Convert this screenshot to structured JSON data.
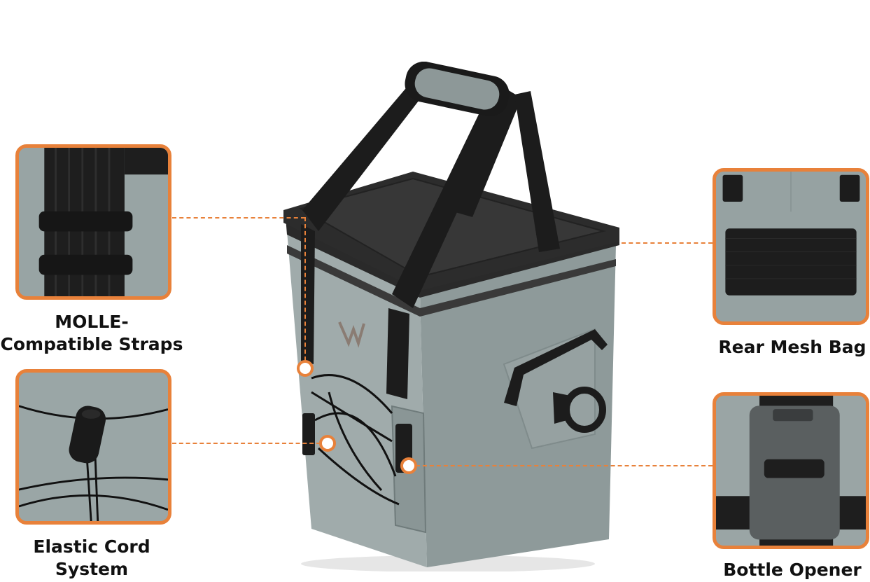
{
  "features": [
    {
      "id": "molle",
      "label": "MOLLE-Compatible Straps"
    },
    {
      "id": "cord",
      "label": "Elastic Cord System"
    },
    {
      "id": "mesh",
      "label": "Rear Mesh Bag"
    },
    {
      "id": "opener",
      "label": "Bottle Opener"
    }
  ],
  "colors": {
    "accent": "#e8813a",
    "body": "#97a3a3",
    "strap": "#1c1c1c"
  }
}
